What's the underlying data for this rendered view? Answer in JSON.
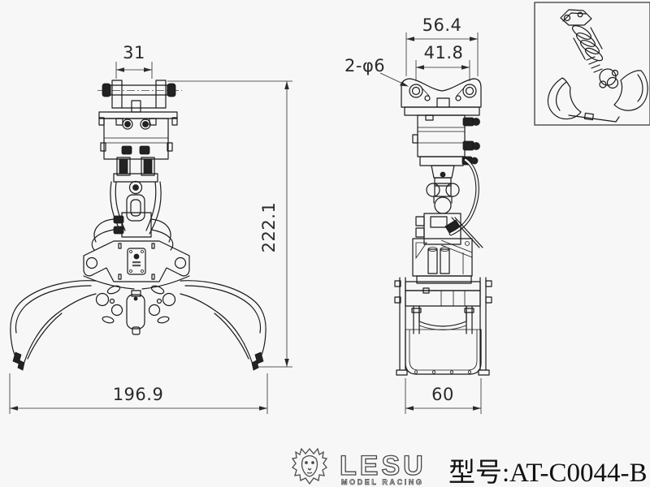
{
  "dimensions": {
    "front": {
      "top_width": "31",
      "height": "222.1",
      "open_width": "196.9"
    },
    "side": {
      "top_width": "56.4",
      "hole_spacing": "41.8",
      "hole_callout": "2-φ6",
      "bottom_width": "60"
    }
  },
  "footer": {
    "brand": "LESU",
    "brand_sub": "MODEL RACING",
    "model_label": "型号:AT-C0044-B"
  },
  "colors": {
    "background": "#f7f7f7",
    "line": "#1a1a1a",
    "dimension": "#2b2b2b",
    "logo": "#4a4a4a"
  }
}
